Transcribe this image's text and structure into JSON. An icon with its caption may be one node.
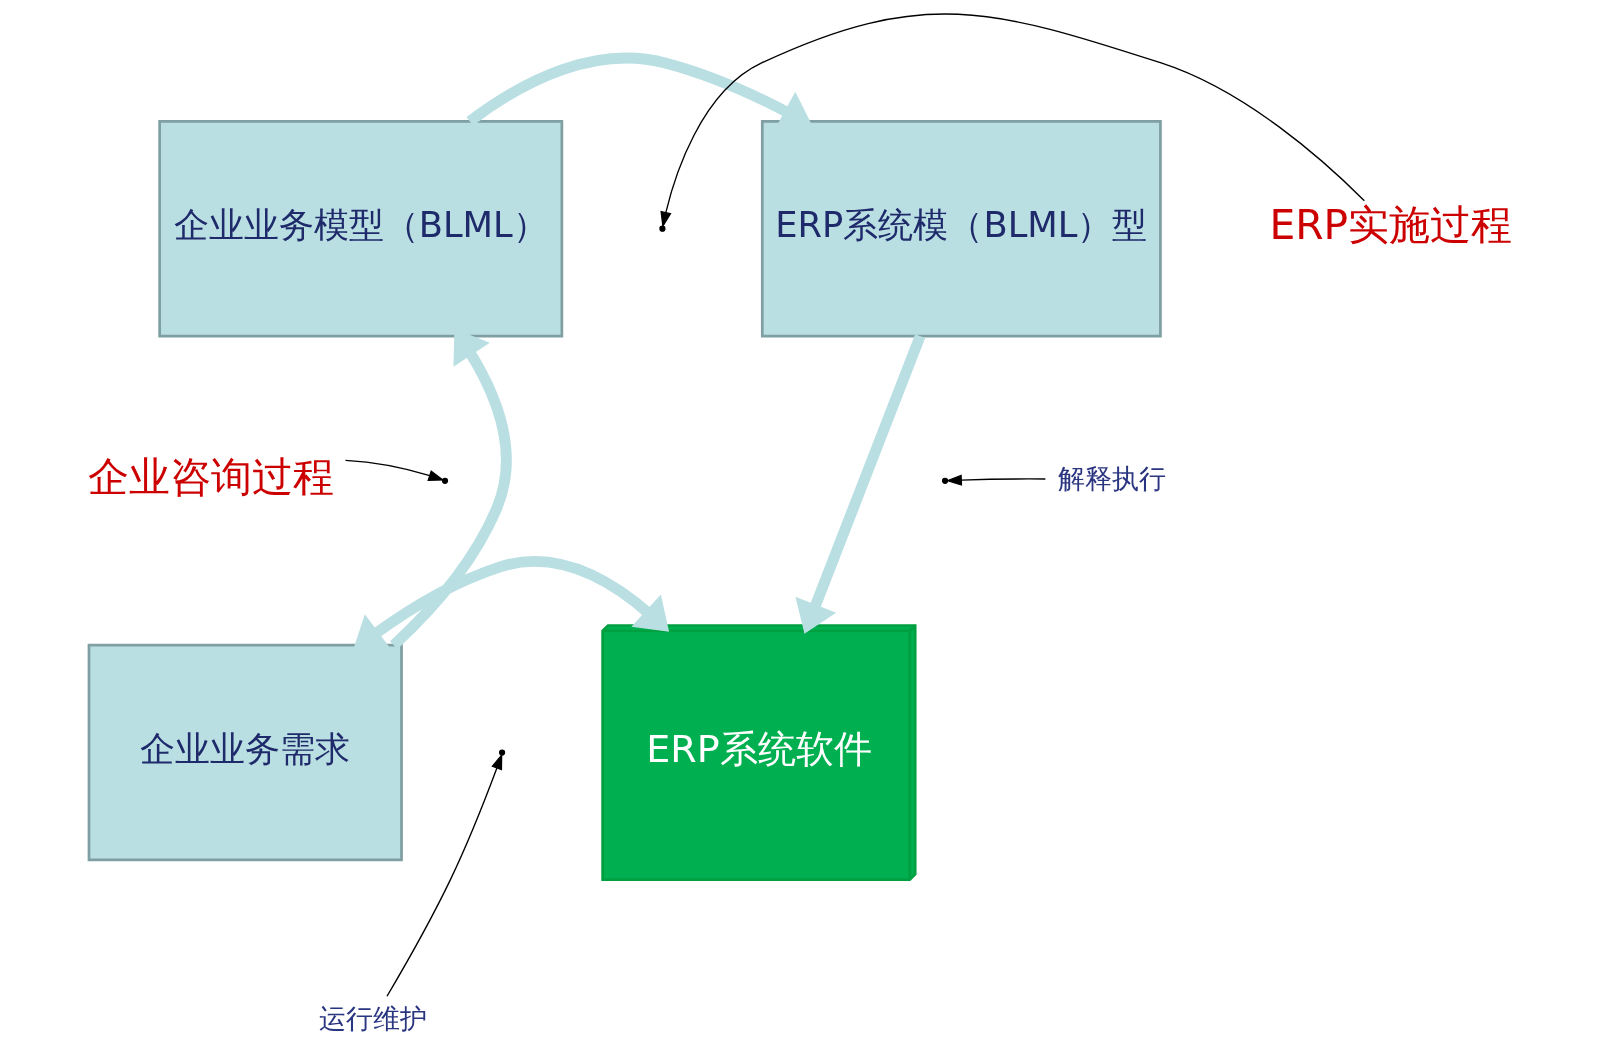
{
  "diagram": {
    "nodes": [
      {
        "text": [
          "企业业务模型（BLML）"
        ]
      },
      {
        "text": [
          "ERP系统模（BLML）型"
        ]
      },
      {
        "text": [
          "ERP系统软件"
        ]
      },
      {
        "text": [
          "企业业务需求"
        ]
      },
      {
        "text": [
          "ERP实施过程"
        ]
      },
      {
        "text": [
          "解释执行"
        ]
      },
      {
        "text": [
          "企业咨询过程"
        ]
      },
      {
        "text": [
          "运行维护"
        ]
      }
    ],
    "edges": [
      {
        "from": 0,
        "to": 1,
        "arrow": "to",
        "style": "thick",
        "color": "#b9dfe3"
      },
      {
        "from": 1,
        "to": 2,
        "arrow": "to",
        "style": "thick",
        "color": "#b9dfe3"
      },
      {
        "from": 3,
        "to": 0,
        "arrow": "to",
        "style": "thick",
        "color": "#b9dfe3"
      },
      {
        "from": 3,
        "to": 2,
        "arrow": "both",
        "style": "thick",
        "color": "#b9dfe3"
      },
      {
        "from": 4,
        "to": null,
        "arrow": "to",
        "color": "#000000"
      },
      {
        "from": 5,
        "to": null,
        "arrow": "to",
        "color": "#000000"
      },
      {
        "from": 6,
        "to": null,
        "arrow": "to",
        "color": "#000000"
      },
      {
        "from": 7,
        "to": null,
        "arrow": "to",
        "color": "#000000"
      }
    ]
  }
}
